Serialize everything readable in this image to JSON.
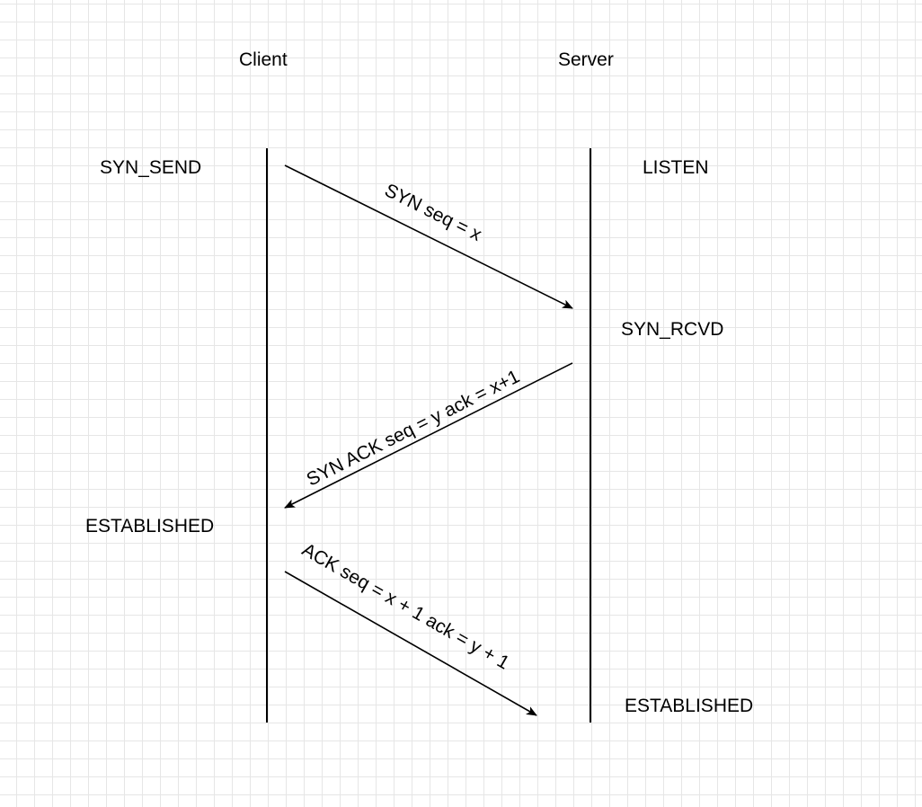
{
  "participants": {
    "client": "Client",
    "server": "Server"
  },
  "states": {
    "client_initial": "SYN_SEND",
    "server_initial": "LISTEN",
    "server_after_syn": "SYN_RCVD",
    "client_established": "ESTABLISHED",
    "server_established": "ESTABLISHED"
  },
  "messages": [
    {
      "from": "client",
      "to": "server",
      "label": "SYN   seq = x"
    },
    {
      "from": "server",
      "to": "client",
      "label": "SYN ACK   seq = y  ack = x+1"
    },
    {
      "from": "client",
      "to": "server",
      "label": "ACK   seq = x + 1 ack = y + 1"
    }
  ]
}
